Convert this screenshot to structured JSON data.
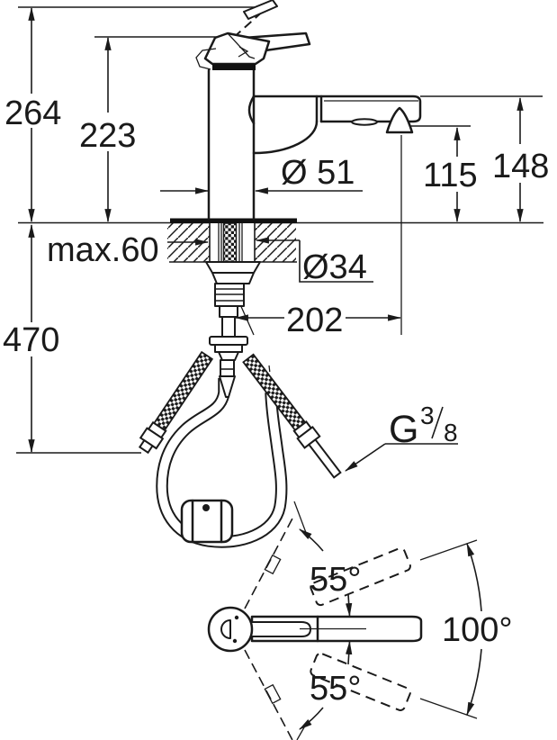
{
  "drawing": {
    "title": "faucet-dimensional-drawing",
    "dims": {
      "height_overall": "264",
      "height_to_spout_top_line": "223",
      "base_diameter": "Ø 51",
      "outlet_height": "115",
      "spout_top_height": "148",
      "deck_thickness_max": "max.60",
      "hole_diameter": "Ø34",
      "spout_reach": "202",
      "hose_drop": "470",
      "thread_letter": "G",
      "thread_numerator": "3",
      "thread_denominator": "8",
      "swivel_upper": "55°",
      "swivel_total": "100°",
      "swivel_lower": "55°"
    }
  }
}
